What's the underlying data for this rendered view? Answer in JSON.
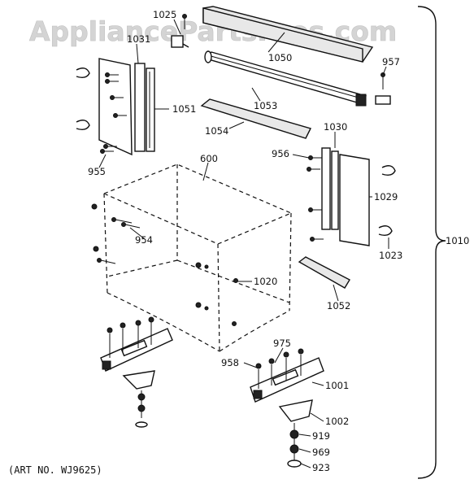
{
  "watermark": "AppliancePartsPros.com",
  "art_number": "(ART NO. WJ9625)",
  "callouts": {
    "p1025": "1025",
    "p1031": "1031",
    "p1050": "1050",
    "p957": "957",
    "p1053": "1053",
    "p1051": "1051",
    "p1054": "1054",
    "p1030": "1030",
    "p956": "956",
    "p955": "955",
    "p600": "600",
    "p1029": "1029",
    "p954": "954",
    "p1010": "1010",
    "p1023": "1023",
    "p1020": "1020",
    "p1052": "1052",
    "p975": "975",
    "p958": "958",
    "p1001": "1001",
    "p1002": "1002",
    "p919": "919",
    "p969": "969",
    "p923": "923"
  }
}
